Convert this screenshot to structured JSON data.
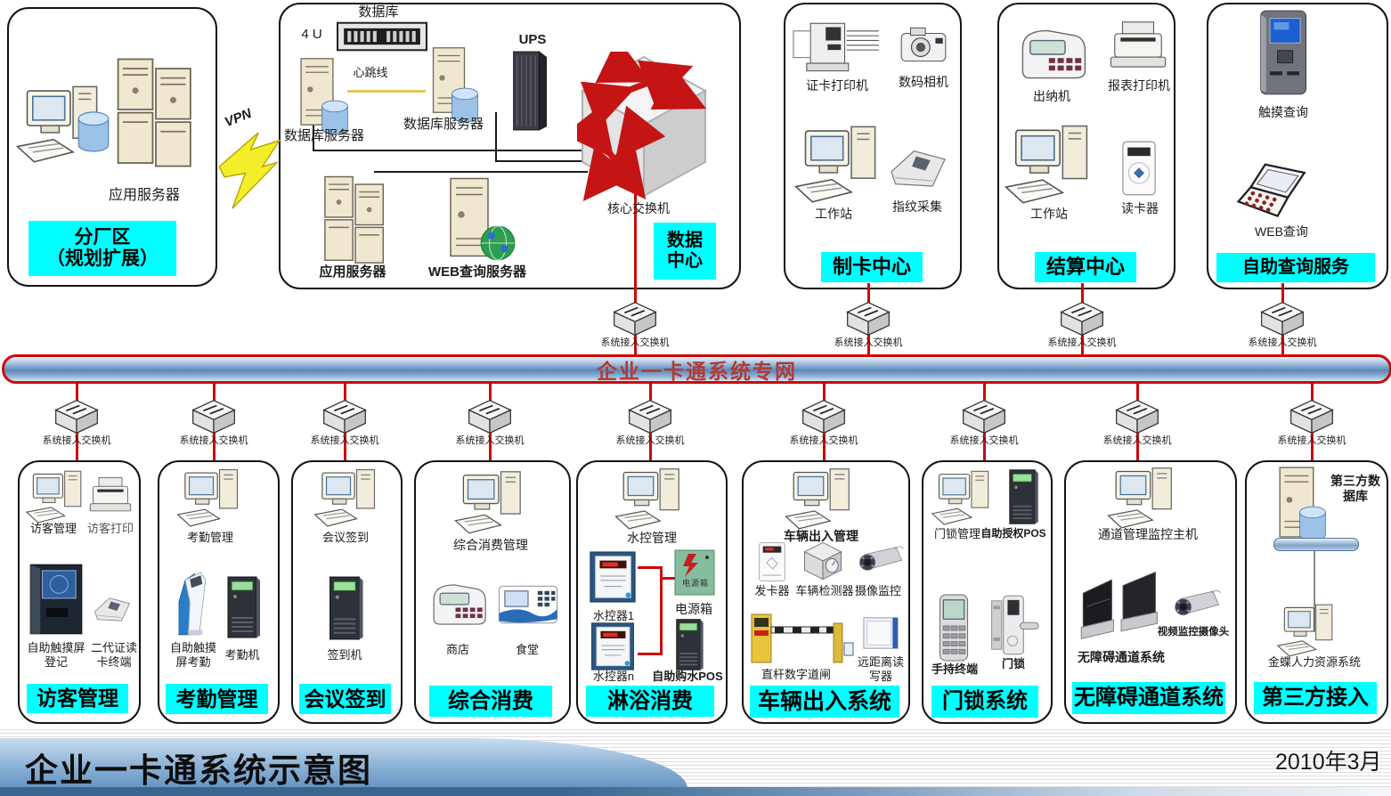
{
  "labels": {
    "access_switch": "系统接入交换机"
  },
  "top": {
    "branch": {
      "server": "应用服务器",
      "tag1": "分厂区",
      "tag2": "（规划扩展）",
      "vpn": "VPN"
    },
    "datacenter": {
      "db": "数据库",
      "rack_u": "4 U",
      "heartbeat": "心跳线",
      "db_server1": "数据库服务器",
      "db_server2": "数据库服务器",
      "ups": "UPS",
      "core_switch": "核心交换机",
      "app_server": "应用服务器",
      "web_server": "WEB查询服务器",
      "tag1": "数据",
      "tag2": "中心"
    },
    "card_center": {
      "d0": "证卡打印机",
      "d1": "数码相机",
      "d2": "工作站",
      "d3": "指纹采集",
      "tag": "制卡中心"
    },
    "settlement": {
      "d0": "出纳机",
      "d1": "报表打印机",
      "d2": "工作站",
      "d3": "读卡器",
      "tag": "结算中心"
    },
    "self_query": {
      "d0": "触摸查询",
      "d1": "WEB查询",
      "tag": "自助查询服务"
    }
  },
  "bus": {
    "label": "企业一卡通系统专网"
  },
  "lower": {
    "visitor": {
      "d0": "访客管理",
      "d1": "访客打印",
      "d2": "自助触摸屏登记",
      "d3": "二代证读卡终端",
      "tag": "访客管理"
    },
    "attendance": {
      "d0": "考勤管理",
      "d1": "自助触摸屏考勤",
      "d2": "考勤机",
      "tag": "考勤管理"
    },
    "meeting": {
      "d0": "会议签到",
      "d1": "签到机",
      "tag": "会议签到"
    },
    "consume": {
      "d0": "综合消费管理",
      "d1": "商店",
      "d2": "食堂",
      "tag": "综合消费"
    },
    "shower": {
      "d0": "水控管理",
      "d1": "水控器1",
      "d2": "电源箱",
      "d3": "水控器n",
      "d4": "自助购水POS",
      "tag": "淋浴消费"
    },
    "vehicle": {
      "d0": "车辆出入管理",
      "d1": "发卡器",
      "d2": "车辆检测器",
      "d3": "摄像监控",
      "d4": "直杆数字道闸",
      "d5": "远距离读写器",
      "tag": "车辆出入系统"
    },
    "doorlock": {
      "d0": "门锁管理",
      "d1": "自助授权POS",
      "d2": "手持终端",
      "d3": "门锁",
      "tag": "门锁系统"
    },
    "channel": {
      "d0": "通道管理监控主机",
      "d1": "无障碍通道系统",
      "d2": "视频监控摄像头",
      "tag": "无障碍通道系统"
    },
    "thirdparty": {
      "d0": "第三方数据库",
      "d1": "金蝶人力资源系统",
      "tag": "第三方接入"
    }
  },
  "footer": {
    "title": "企业一卡通系统示意图",
    "date": "2010年3月"
  }
}
